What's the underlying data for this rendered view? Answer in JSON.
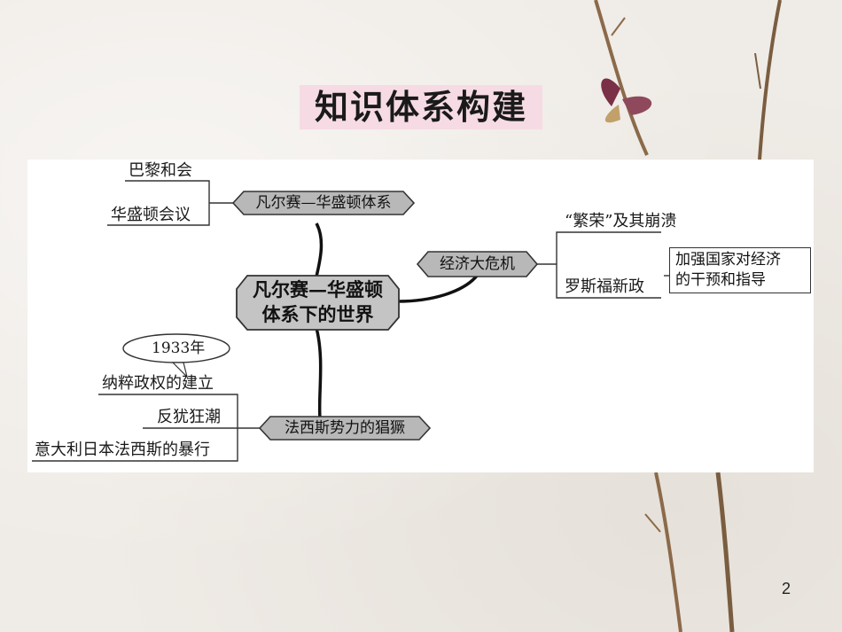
{
  "title": "知识体系构建",
  "central": {
    "line1": "凡尔赛—华盛顿",
    "line2": "体系下的世界"
  },
  "branches": {
    "versailles": {
      "label": "凡尔赛—华盛顿体系",
      "items": [
        "巴黎和会",
        "华盛顿会议"
      ]
    },
    "crisis": {
      "label": "经济大危机",
      "items": [
        "“繁荣”及其崩溃",
        "罗斯福新政"
      ],
      "note": {
        "line1": "加强国家对经济",
        "line2": "的干预和指导"
      }
    },
    "fascism": {
      "label": "法西斯势力的猖獗",
      "items": [
        "纳粹政权的建立",
        "反犹狂潮",
        "意大利日本法西斯的暴行"
      ],
      "bubble": "1933年"
    }
  },
  "page_number": "2",
  "colors": {
    "title_bg": "#f6dbe4",
    "node_fill": "#b8b8b8",
    "central_fill": "#c4c4c4",
    "line": "#111111"
  }
}
